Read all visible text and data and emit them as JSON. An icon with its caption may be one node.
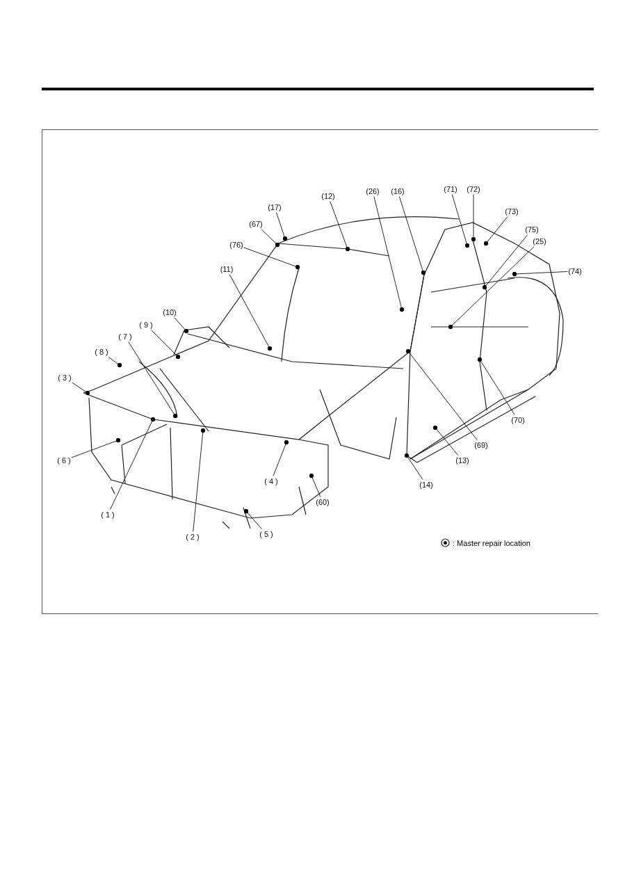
{
  "diagram": {
    "nodes": [
      {
        "text": [
          "(71)"
        ]
      },
      {
        "text": [
          "(72)"
        ]
      },
      {
        "text": [
          "(26)"
        ]
      },
      {
        "text": [
          "(16)"
        ]
      },
      {
        "text": [
          "(12)"
        ]
      },
      {
        "text": [
          "(17)"
        ]
      },
      {
        "text": [
          "(73)"
        ]
      },
      {
        "text": [
          "(67)"
        ]
      },
      {
        "text": [
          "(75)"
        ]
      },
      {
        "text": [
          "(25)"
        ]
      },
      {
        "text": [
          "(76)"
        ]
      },
      {
        "text": [
          "(74)"
        ]
      },
      {
        "text": [
          "(11)"
        ]
      },
      {
        "text": [
          "(10)"
        ]
      },
      {
        "text": [
          "( 9 )"
        ]
      },
      {
        "text": [
          "( 7 )"
        ]
      },
      {
        "text": [
          "( 8 )"
        ]
      },
      {
        "text": [
          "( 3 )"
        ]
      },
      {
        "text": [
          "(70)"
        ]
      },
      {
        "text": [
          "(69)"
        ]
      },
      {
        "text": [
          "( 6 )"
        ]
      },
      {
        "text": [
          "(13)"
        ]
      },
      {
        "text": [
          "( 4 )"
        ]
      },
      {
        "text": [
          "(14)"
        ]
      },
      {
        "text": [
          "(60)"
        ]
      },
      {
        "text": [
          "( 1 )"
        ]
      },
      {
        "text": [
          "( 2 )"
        ]
      },
      {
        "text": [
          "( 5 )"
        ]
      }
    ],
    "edges": [
      {
        "from": 0,
        "to": null,
        "arrow": "other"
      },
      {
        "from": 1,
        "to": null,
        "arrow": "other"
      },
      {
        "from": 2,
        "to": null,
        "arrow": "other"
      },
      {
        "from": 3,
        "to": null,
        "arrow": "other"
      },
      {
        "from": 4,
        "to": null,
        "arrow": "other"
      },
      {
        "from": 5,
        "to": null,
        "arrow": "other"
      },
      {
        "from": 6,
        "to": null,
        "arrow": "other"
      },
      {
        "from": 7,
        "to": null,
        "arrow": "other"
      },
      {
        "from": 8,
        "to": null,
        "arrow": "other"
      },
      {
        "from": 9,
        "to": null,
        "arrow": "other"
      },
      {
        "from": 10,
        "to": null,
        "arrow": "other"
      },
      {
        "from": 11,
        "to": null,
        "arrow": "other"
      },
      {
        "from": 12,
        "to": null,
        "arrow": "other"
      },
      {
        "from": 13,
        "to": null,
        "arrow": "other"
      },
      {
        "from": 14,
        "to": null,
        "arrow": "other"
      },
      {
        "from": 15,
        "to": null,
        "arrow": "other"
      },
      {
        "from": 16,
        "to": null,
        "arrow": "other"
      },
      {
        "from": 17,
        "to": null,
        "arrow": "other"
      },
      {
        "from": 18,
        "to": null,
        "arrow": "other"
      },
      {
        "from": 19,
        "to": null,
        "arrow": "other"
      },
      {
        "from": 20,
        "to": null,
        "arrow": "other"
      },
      {
        "from": 21,
        "to": null,
        "arrow": "other"
      },
      {
        "from": 22,
        "to": null,
        "arrow": "other"
      },
      {
        "from": 23,
        "to": null,
        "arrow": "other"
      },
      {
        "from": 24,
        "to": null,
        "arrow": "other"
      },
      {
        "from": 25,
        "to": null,
        "arrow": "other"
      },
      {
        "from": 26,
        "to": null,
        "arrow": "other"
      },
      {
        "from": 27,
        "to": null,
        "arrow": "other"
      }
    ],
    "legend": [
      {
        "text": ": Master repair location"
      }
    ]
  }
}
